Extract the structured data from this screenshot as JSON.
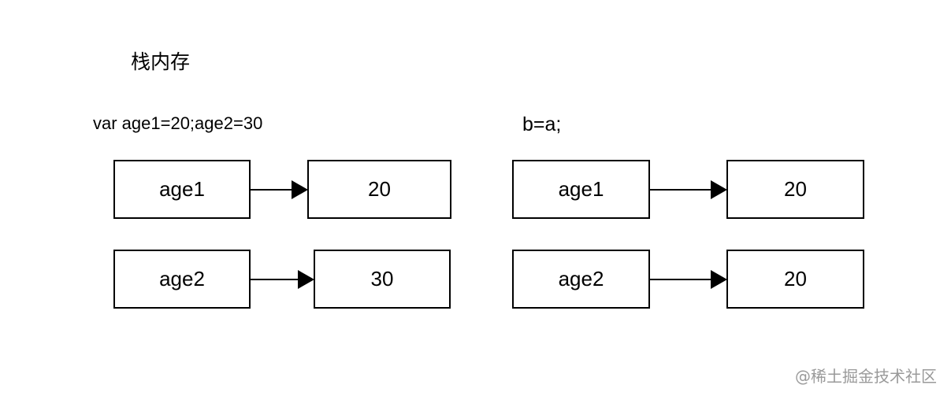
{
  "title": "栈内存",
  "left": {
    "code": "var age1=20;age2=30",
    "rows": [
      {
        "name": "age1",
        "value": "20"
      },
      {
        "name": "age2",
        "value": "30"
      }
    ]
  },
  "right": {
    "code": "b=a;",
    "rows": [
      {
        "name": "age1",
        "value": "20"
      },
      {
        "name": "age2",
        "value": "20"
      }
    ]
  },
  "watermark": "@稀土掘金技术社区",
  "colors": {
    "stroke": "#000000",
    "background": "#ffffff",
    "watermark": "#9a9a9a"
  }
}
